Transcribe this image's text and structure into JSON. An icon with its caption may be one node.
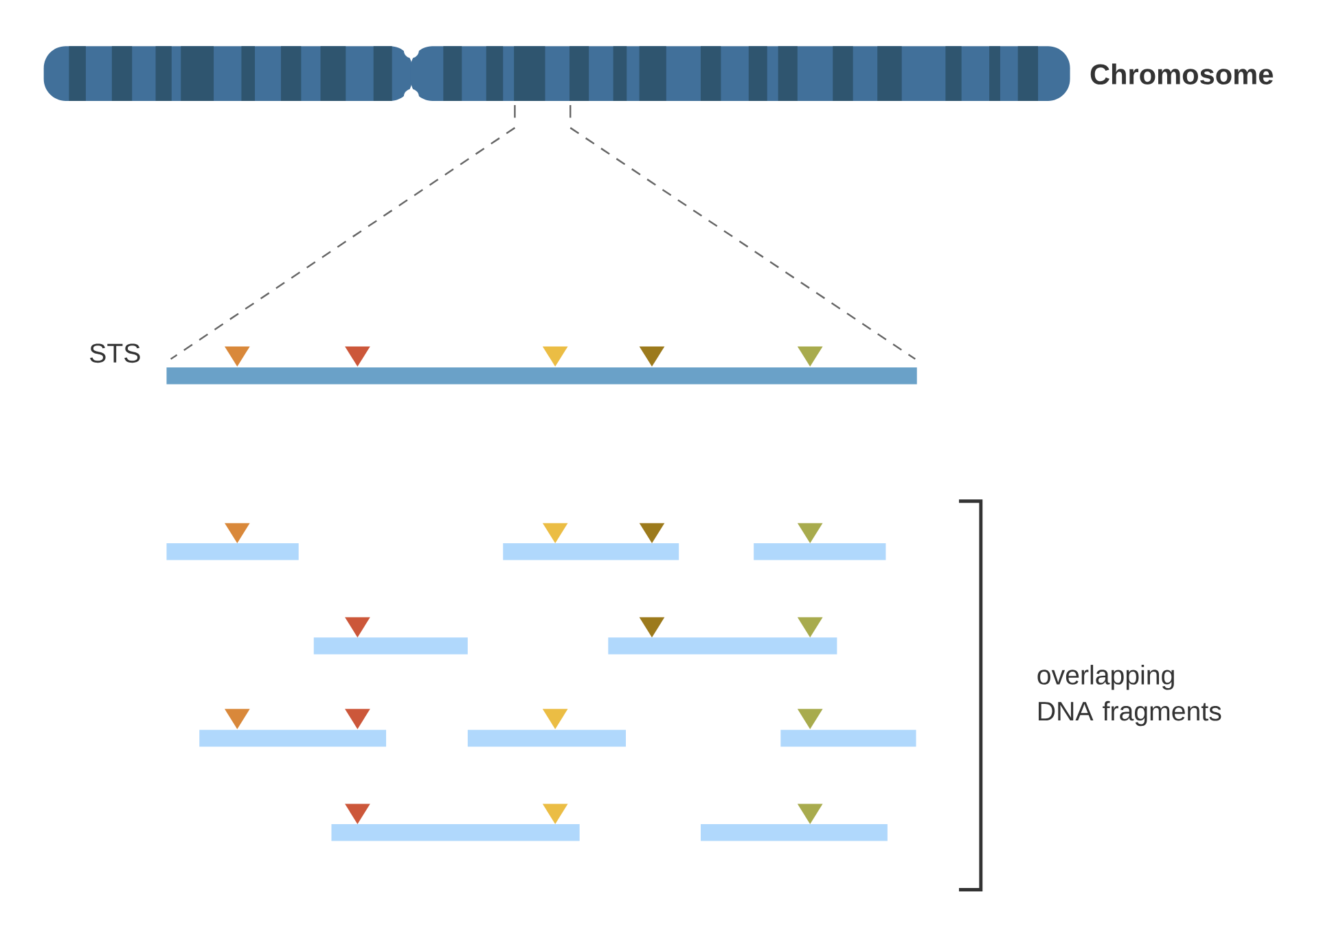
{
  "diagram": {
    "labels": [
      "Chromosome",
      "STS",
      "overlapping DNA fragments"
    ]
  }
}
